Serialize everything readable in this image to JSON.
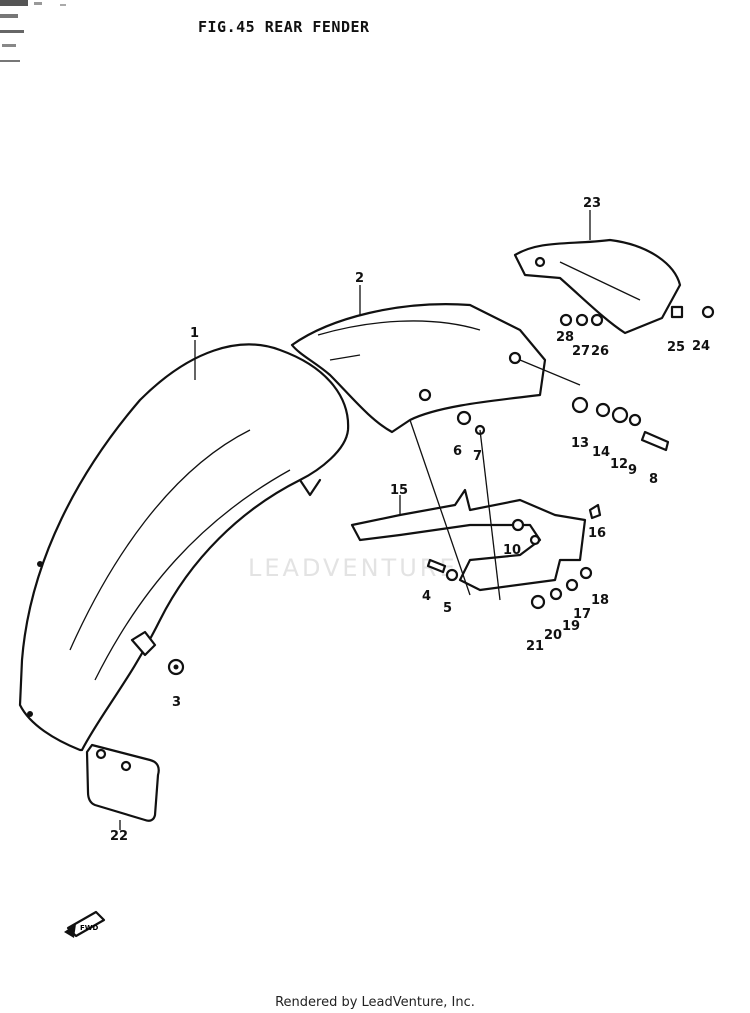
{
  "title": "FIG.45  REAR FENDER",
  "watermark": "LEADVENTURE",
  "footer": "Rendered by LeadVenture, Inc.",
  "fwd_label": "FWD",
  "callouts": [
    "1",
    "2",
    "3",
    "4",
    "5",
    "6",
    "7",
    "8",
    "9",
    "10",
    "12",
    "13",
    "14",
    "15",
    "16",
    "17",
    "18",
    "19",
    "20",
    "21",
    "22",
    "23",
    "24",
    "25",
    "26",
    "27",
    "28"
  ]
}
